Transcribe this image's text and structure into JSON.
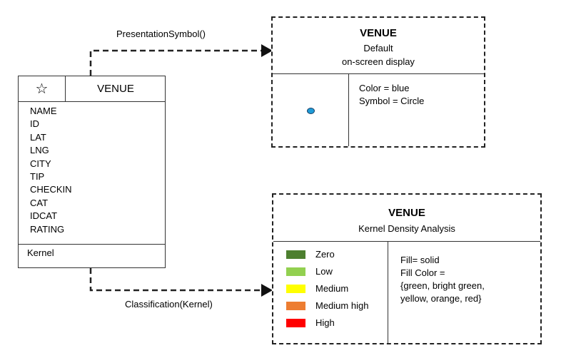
{
  "connectors": {
    "presentation_label": "PresentationSymbol()",
    "classification_label": "Classification(Kernel)"
  },
  "class_box": {
    "star_glyph": "☆",
    "name": "VENUE",
    "attributes": [
      "NAME",
      "ID",
      "LAT",
      "LNG",
      "CITY",
      "TIP",
      "CHECKIN",
      "CAT",
      "IDCAT",
      "RATING"
    ],
    "method": "Kernel"
  },
  "default_display": {
    "title": "VENUE",
    "subtitle_line1": "Default",
    "subtitle_line2": "on-screen display",
    "symbol_color": "#1e9bd7",
    "props": [
      "Color = blue",
      "Symbol = Circle"
    ]
  },
  "kernel_display": {
    "title": "VENUE",
    "subtitle": "Kernel Density Analysis",
    "legend": [
      {
        "label": "Zero",
        "color": "#4d7f2f"
      },
      {
        "label": "Low",
        "color": "#92d050"
      },
      {
        "label": "Medium",
        "color": "#ffff00"
      },
      {
        "label": "Medium high",
        "color": "#ed7d31"
      },
      {
        "label": "High",
        "color": "#ff0000"
      }
    ],
    "props": [
      "Fill= solid",
      "Fill Color =",
      "{green, bright green,",
      "yellow, orange, red}"
    ]
  }
}
